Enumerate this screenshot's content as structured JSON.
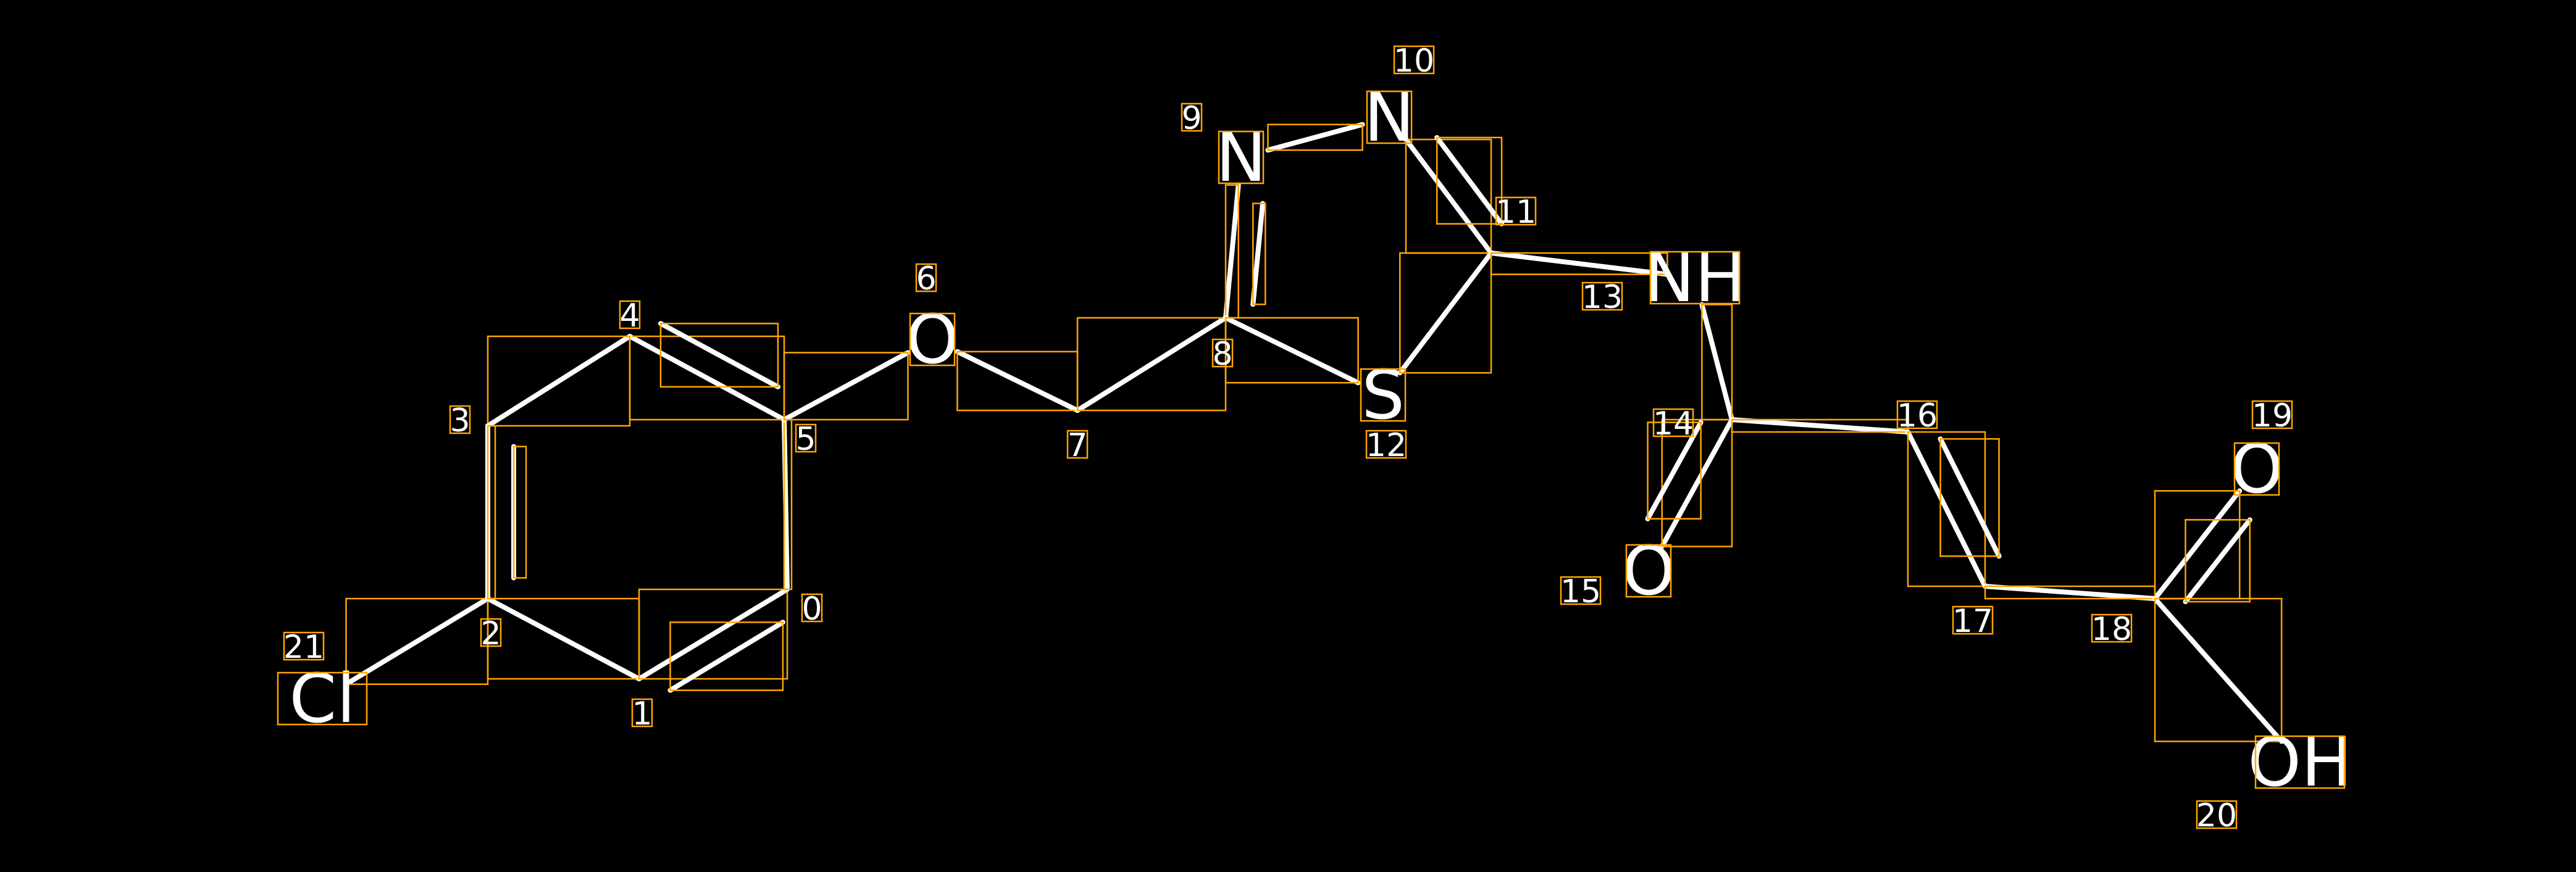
{
  "diagram": {
    "type": "molecule",
    "colors": {
      "background": "#000000",
      "bond": "#ffffff",
      "box": "#ffa500"
    },
    "atoms": [
      {
        "index": "0",
        "label": ""
      },
      {
        "index": "1",
        "label": ""
      },
      {
        "index": "2",
        "label": ""
      },
      {
        "index": "3",
        "label": ""
      },
      {
        "index": "4",
        "label": ""
      },
      {
        "index": "5",
        "label": ""
      },
      {
        "index": "6",
        "label": "O"
      },
      {
        "index": "7",
        "label": ""
      },
      {
        "index": "8",
        "label": ""
      },
      {
        "index": "9",
        "label": "N"
      },
      {
        "index": "10",
        "label": "N"
      },
      {
        "index": "11",
        "label": ""
      },
      {
        "index": "12",
        "label": "S"
      },
      {
        "index": "13",
        "label": "NH"
      },
      {
        "index": "14",
        "label": ""
      },
      {
        "index": "15",
        "label": "O"
      },
      {
        "index": "16",
        "label": ""
      },
      {
        "index": "17",
        "label": ""
      },
      {
        "index": "18",
        "label": ""
      },
      {
        "index": "19",
        "label": "O"
      },
      {
        "index": "20",
        "label": "OH"
      },
      {
        "index": "21",
        "label": "Cl"
      }
    ],
    "bonds": [
      [
        21,
        2,
        1
      ],
      [
        2,
        1,
        1
      ],
      [
        1,
        0,
        2
      ],
      [
        0,
        5,
        1
      ],
      [
        5,
        4,
        2
      ],
      [
        4,
        3,
        1
      ],
      [
        3,
        2,
        2
      ],
      [
        5,
        6,
        1
      ],
      [
        6,
        7,
        1
      ],
      [
        7,
        8,
        1
      ],
      [
        8,
        9,
        2
      ],
      [
        9,
        10,
        1
      ],
      [
        10,
        11,
        2
      ],
      [
        11,
        12,
        1
      ],
      [
        12,
        8,
        1
      ],
      [
        11,
        13,
        1
      ],
      [
        13,
        14,
        1
      ],
      [
        14,
        15,
        2
      ],
      [
        14,
        16,
        1
      ],
      [
        16,
        17,
        2
      ],
      [
        17,
        18,
        1
      ],
      [
        18,
        19,
        2
      ],
      [
        18,
        20,
        1
      ]
    ]
  }
}
